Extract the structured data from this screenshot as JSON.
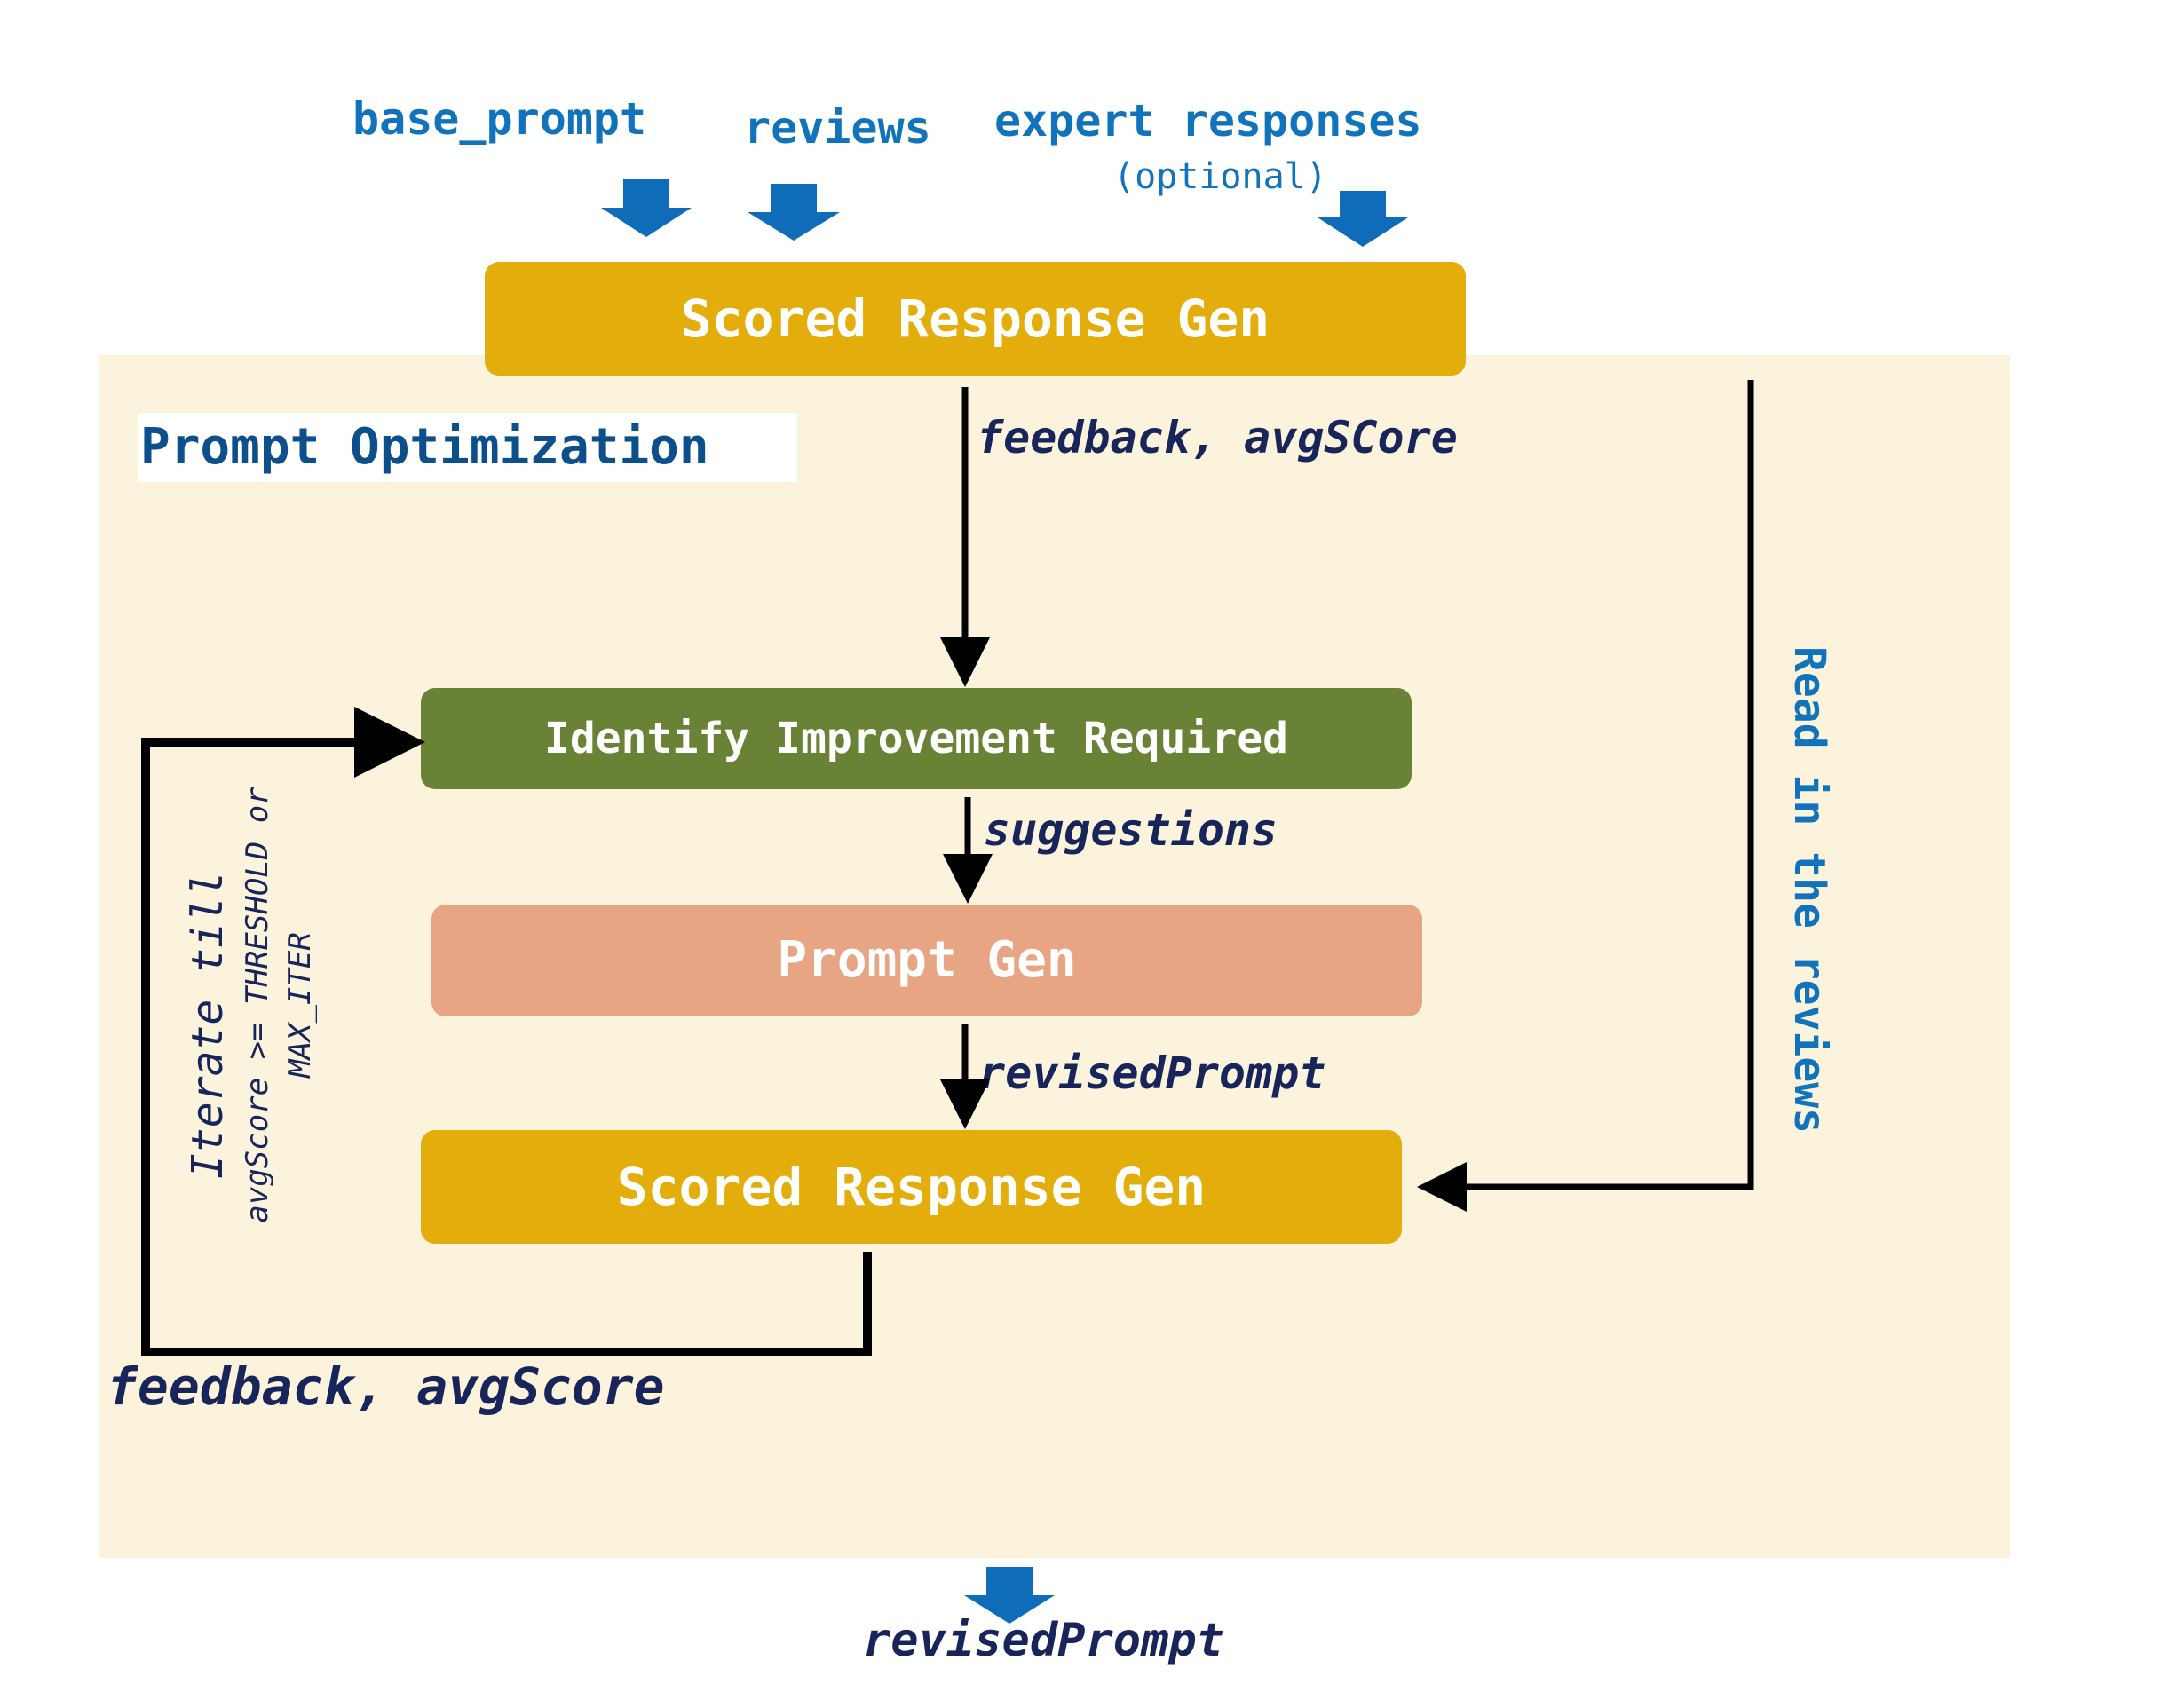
{
  "inputs": {
    "base_prompt": "base_prompt",
    "reviews": "reviews",
    "expert_responses": "expert responses",
    "expert_optional": "(optional)"
  },
  "panel": {
    "title": "Prompt Optimization"
  },
  "nodes": {
    "scored_response_top": "Scored Response Gen",
    "identify_improvement": "Identify Improvement Required",
    "prompt_gen": "Prompt Gen",
    "scored_response_inner": "Scored Response Gen"
  },
  "edges": {
    "feedback_avgscore_top": "feedback, avgSCore",
    "suggestions": "suggestions",
    "revised_prompt_inner": "revisedPrompt",
    "feedback_avgscore_loop": "feedback, avgScore",
    "read_in_reviews": "Read in the reviews"
  },
  "loop": {
    "iterate_till": "Iterate till",
    "condition_line1": "avgScore >= THRESHOLD or",
    "condition_line2": "MAX_ITER"
  },
  "output": {
    "label": "revisedPrompt"
  },
  "colors": {
    "input_blue": "#1073bb",
    "panel_bg": "#fcf3dc",
    "scored_box": "#e3ad0b",
    "identify_box": "#6a8236",
    "prompt_box": "#e7a584",
    "label_navy": "#17255a",
    "title_blue": "#0d4f8a"
  }
}
